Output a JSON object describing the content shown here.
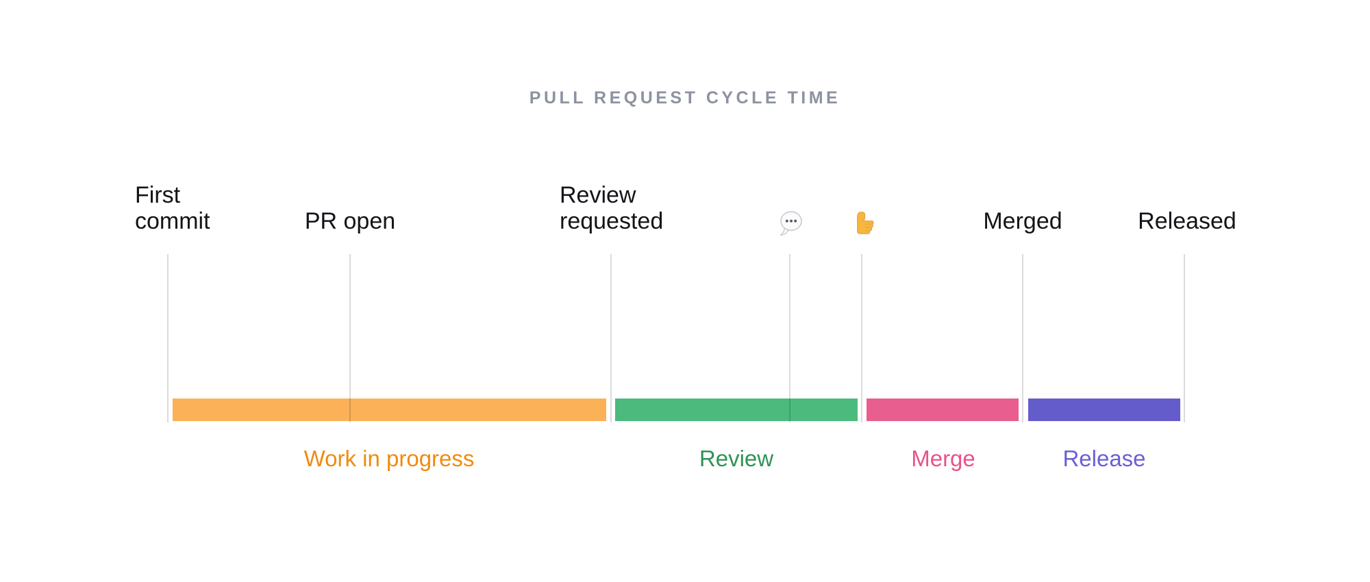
{
  "title": "PULL REQUEST CYCLE TIME",
  "milestones": [
    {
      "label": "First commit",
      "lines": [
        "First",
        "commit"
      ]
    },
    {
      "label": "PR open"
    },
    {
      "label": "Review requested",
      "lines": [
        "Review",
        "requested"
      ]
    },
    {
      "label": "review comment",
      "icon": "speech-balloon-icon"
    },
    {
      "label": "review approval",
      "icon": "thumbs-up-icon"
    },
    {
      "label": "Merged"
    },
    {
      "label": "Released"
    }
  ],
  "phases": [
    {
      "label": "Work in progress",
      "from": "First commit",
      "to": "Review requested",
      "bar_color": "#FBB157",
      "text_color": "#F08B0E"
    },
    {
      "label": "Review",
      "from": "Review requested",
      "to": "review approval",
      "bar_color": "#4DBA7D",
      "text_color": "#2E9356"
    },
    {
      "label": "Merge",
      "from": "review approval",
      "to": "Merged",
      "bar_color": "#E75E8F",
      "text_color": "#E8538C"
    },
    {
      "label": "Release",
      "from": "Merged",
      "to": "Released",
      "bar_color": "#655CCC",
      "text_color": "#6A5FD6"
    }
  ],
  "colors": {
    "title": "#8C92A0",
    "milestone_text": "#131418",
    "tick_line": "#00000024",
    "background": "#FFFFFF"
  }
}
